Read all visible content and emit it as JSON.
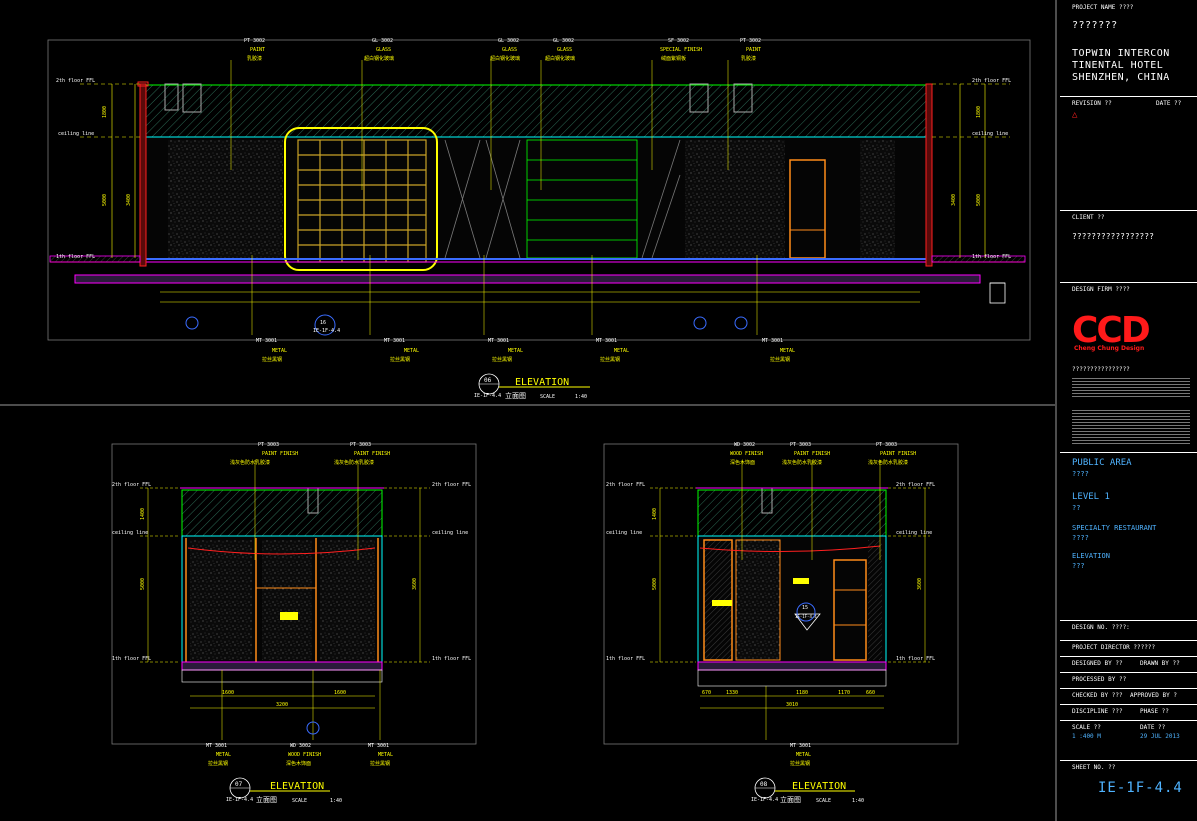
{
  "titleblock": {
    "project_name_label": "PROJECT NAME ????",
    "project_name_value": "???????",
    "hotel_line1": "TOPWIN INTERCON",
    "hotel_line2": "TINENTAL HOTEL",
    "hotel_line3": "SHENZHEN, CHINA",
    "revision_label": "REVISION ??",
    "date_label": "DATE ??",
    "client_label": "CLIENT ??",
    "client_value": "?????????????????",
    "design_firm_label": "DESIGN FIRM ????",
    "logo_text": "CCD",
    "logo_sub": "Cheng Chung Design",
    "firm_name": "????????????????",
    "area_label": "PUBLIC AREA",
    "area_value": "????",
    "level_label": "LEVEL 1",
    "level_value": "??",
    "room_label": "SPECIALTY RESTAURANT",
    "room_value": "????",
    "drawing_label": "ELEVATION",
    "drawing_value": "???",
    "design_no_label": "DESIGN NO. ????:",
    "project_director_label": "PROJECT DIRECTOR ??????",
    "designed_by_label": "DESIGNED BY ??",
    "drawn_by_label": "DRAWN BY ??",
    "processed_by_label": "PROCESSED BY ??",
    "checked_by_label": "CHECKED BY ???",
    "approved_by_label": "APPROVED BY ?",
    "discipline_label": "DISCIPLINE ???",
    "phase_label": "PHASE ??",
    "scale_label": "SCALE ??",
    "date2_label": "DATE ??",
    "scale_value": "1 :400 M",
    "date_value": "29 JUL 2013",
    "sheet_no_label": "SHEET NO. ??",
    "sheet_no_value": "IE-1F-4.4"
  },
  "elevations": [
    {
      "number": "06",
      "ref": "IE-1F-4.4",
      "title": "ELEVATION",
      "title_cn": "立面图",
      "scale_label": "SCALE",
      "scale": "1:40"
    },
    {
      "number": "07",
      "ref": "IE-1F-4.4",
      "title": "ELEVATION",
      "title_cn": "立面图",
      "scale_label": "SCALE",
      "scale": "1:40"
    },
    {
      "number": "08",
      "ref": "IE-1F-4.4",
      "title": "ELEVATION",
      "title_cn": "立面图",
      "scale_label": "SCALE",
      "scale": "1:40"
    }
  ],
  "tags_top": [
    {
      "code": "PT 3002",
      "name": "PAINT",
      "cn": "乳胶漆"
    },
    {
      "code": "GL 3002",
      "name": "GLASS",
      "cn": "超白钢化玻璃"
    },
    {
      "code": "GL 3002",
      "name": "GLASS",
      "cn": "超白钢化玻璃"
    },
    {
      "code": "GL 3002",
      "name": "GLASS",
      "cn": "超白钢化玻璃"
    },
    {
      "code": "SF 3002",
      "name": "SPECIAL FINISH",
      "cn": "绒面紫铜板"
    },
    {
      "code": "PT 3002",
      "name": "PAINT",
      "cn": "乳胶漆"
    }
  ],
  "tags_bottom": [
    {
      "code": "MT 3001",
      "name": "METAL",
      "cn": "拉丝黑钢"
    },
    {
      "code": "MT 3001",
      "name": "METAL",
      "cn": "拉丝黑钢"
    },
    {
      "code": "MT 3001",
      "name": "METAL",
      "cn": "拉丝黑钢"
    },
    {
      "code": "MT 3001",
      "name": "METAL",
      "cn": "拉丝黑钢"
    },
    {
      "code": "MT 3001",
      "name": "METAL",
      "cn": "拉丝黑钢"
    }
  ],
  "tags_e07": {
    "top": [
      {
        "code": "PT 3003",
        "name": "PAINT FINISH",
        "cn": "浅灰色防水乳胶漆"
      },
      {
        "code": "PT 3003",
        "name": "PAINT FINISH",
        "cn": "浅灰色防水乳胶漆"
      }
    ],
    "bottom": [
      {
        "code": "MT 3001",
        "name": "METAL",
        "cn": "拉丝黑钢"
      },
      {
        "code": "WD 3002",
        "name": "WOOD FINISH",
        "cn": "深色木饰面"
      },
      {
        "code": "MT 3001",
        "name": "METAL",
        "cn": "拉丝黑钢"
      }
    ]
  },
  "tags_e08": {
    "top": [
      {
        "code": "WD 3002",
        "name": "WOOD FINISH",
        "cn": "深色木饰面"
      },
      {
        "code": "PT 3003",
        "name": "PAINT FINISH",
        "cn": "浅灰色防水乳胶漆"
      },
      {
        "code": "PT 3003",
        "name": "PAINT FINISH",
        "cn": "浅灰色防水乳胶漆"
      }
    ],
    "bottom": [
      {
        "code": "MT 3001",
        "name": "METAL",
        "cn": "拉丝黑钢"
      }
    ]
  },
  "levels": {
    "floor_2": "2th floor FFL",
    "ceiling": "ceiling line",
    "floor_1": "1th floor FFL"
  },
  "dims_e06_vertical": [
    "1800",
    "5000",
    "3400"
  ],
  "dims_e07_vertical": [
    "1400",
    "5000",
    "3600"
  ],
  "dims_e07_bottom": [
    "1600",
    "1600",
    "3200"
  ],
  "dims_e08_bottom": [
    "670",
    "1330",
    "1180",
    "1170",
    "660",
    "3010"
  ],
  "section_marks": [
    {
      "num": "16",
      "ref": "IE-1F-4.4"
    },
    {
      "num": "15",
      "ref": "IE-1F-4.4"
    }
  ],
  "colors": {
    "cyan": "#00ffff",
    "yellow": "#ffff00",
    "green": "#00ff00",
    "magenta": "#ff00ff",
    "red": "#ff2020",
    "orange": "#ff8c1a",
    "blue": "#3a6cff",
    "frame": "#ffffff"
  }
}
